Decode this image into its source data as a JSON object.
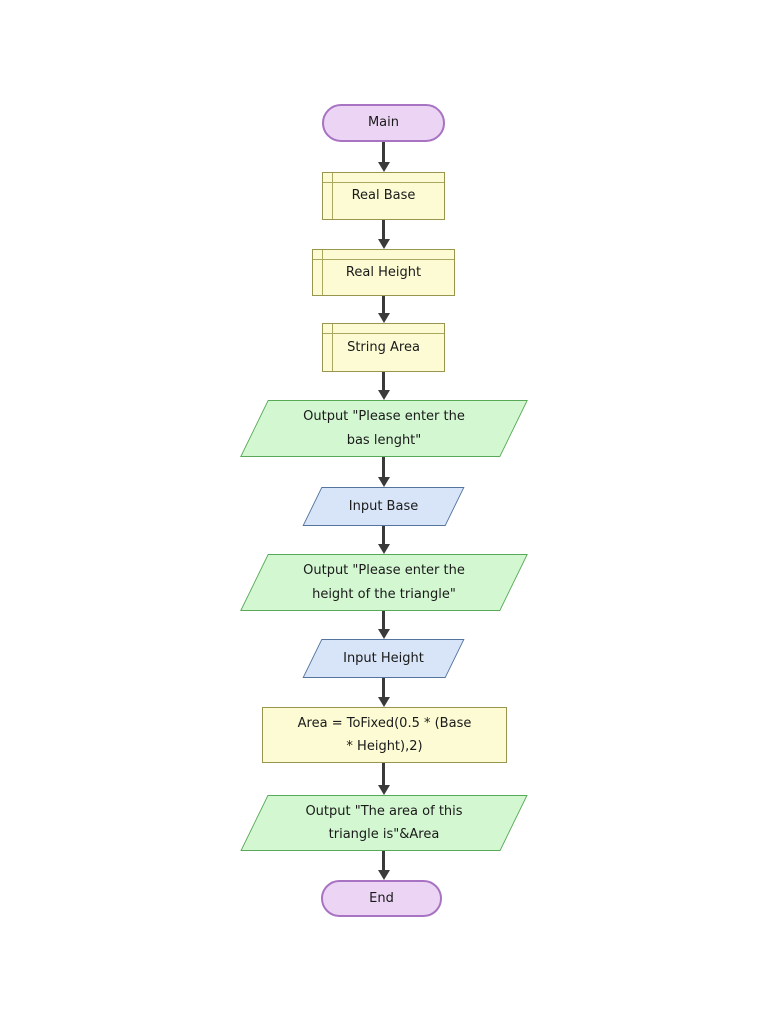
{
  "flowchart": {
    "nodes": [
      {
        "id": "main",
        "type": "terminal",
        "label": "Main"
      },
      {
        "id": "declare-base",
        "type": "declaration",
        "label": "Real Base"
      },
      {
        "id": "declare-height",
        "type": "declaration",
        "label": "Real Height"
      },
      {
        "id": "declare-area",
        "type": "declaration",
        "label": "String Area"
      },
      {
        "id": "output-base-prompt",
        "type": "output",
        "label": "Output \"Please enter the\nbas lenght\""
      },
      {
        "id": "input-base",
        "type": "input",
        "label": "Input Base"
      },
      {
        "id": "output-height-prompt",
        "type": "output",
        "label": "Output \"Please enter the\nheight of the triangle\""
      },
      {
        "id": "input-height",
        "type": "input",
        "label": "Input Height"
      },
      {
        "id": "assign-area",
        "type": "process",
        "label": "Area = ToFixed(0.5 * (Base\n* Height),2)"
      },
      {
        "id": "output-area",
        "type": "output",
        "label": "Output \"The area of this\ntriangle is\"&Area"
      },
      {
        "id": "end",
        "type": "terminal",
        "label": "End"
      }
    ],
    "colors": {
      "background": "#ffffff",
      "text": "#1a1a1a",
      "arrow": "#3a3a3a",
      "terminal_fill": "#ecd4f5",
      "terminal_border": "#a773c2",
      "declaration_fill": "#fcfbd3",
      "declaration_border": "#98954e",
      "band_line": "#aaa75e",
      "output_fill": "#d3f7d1",
      "output_border": "#57a857",
      "input_fill": "#d8e5f8",
      "input_border": "#54749e"
    }
  }
}
